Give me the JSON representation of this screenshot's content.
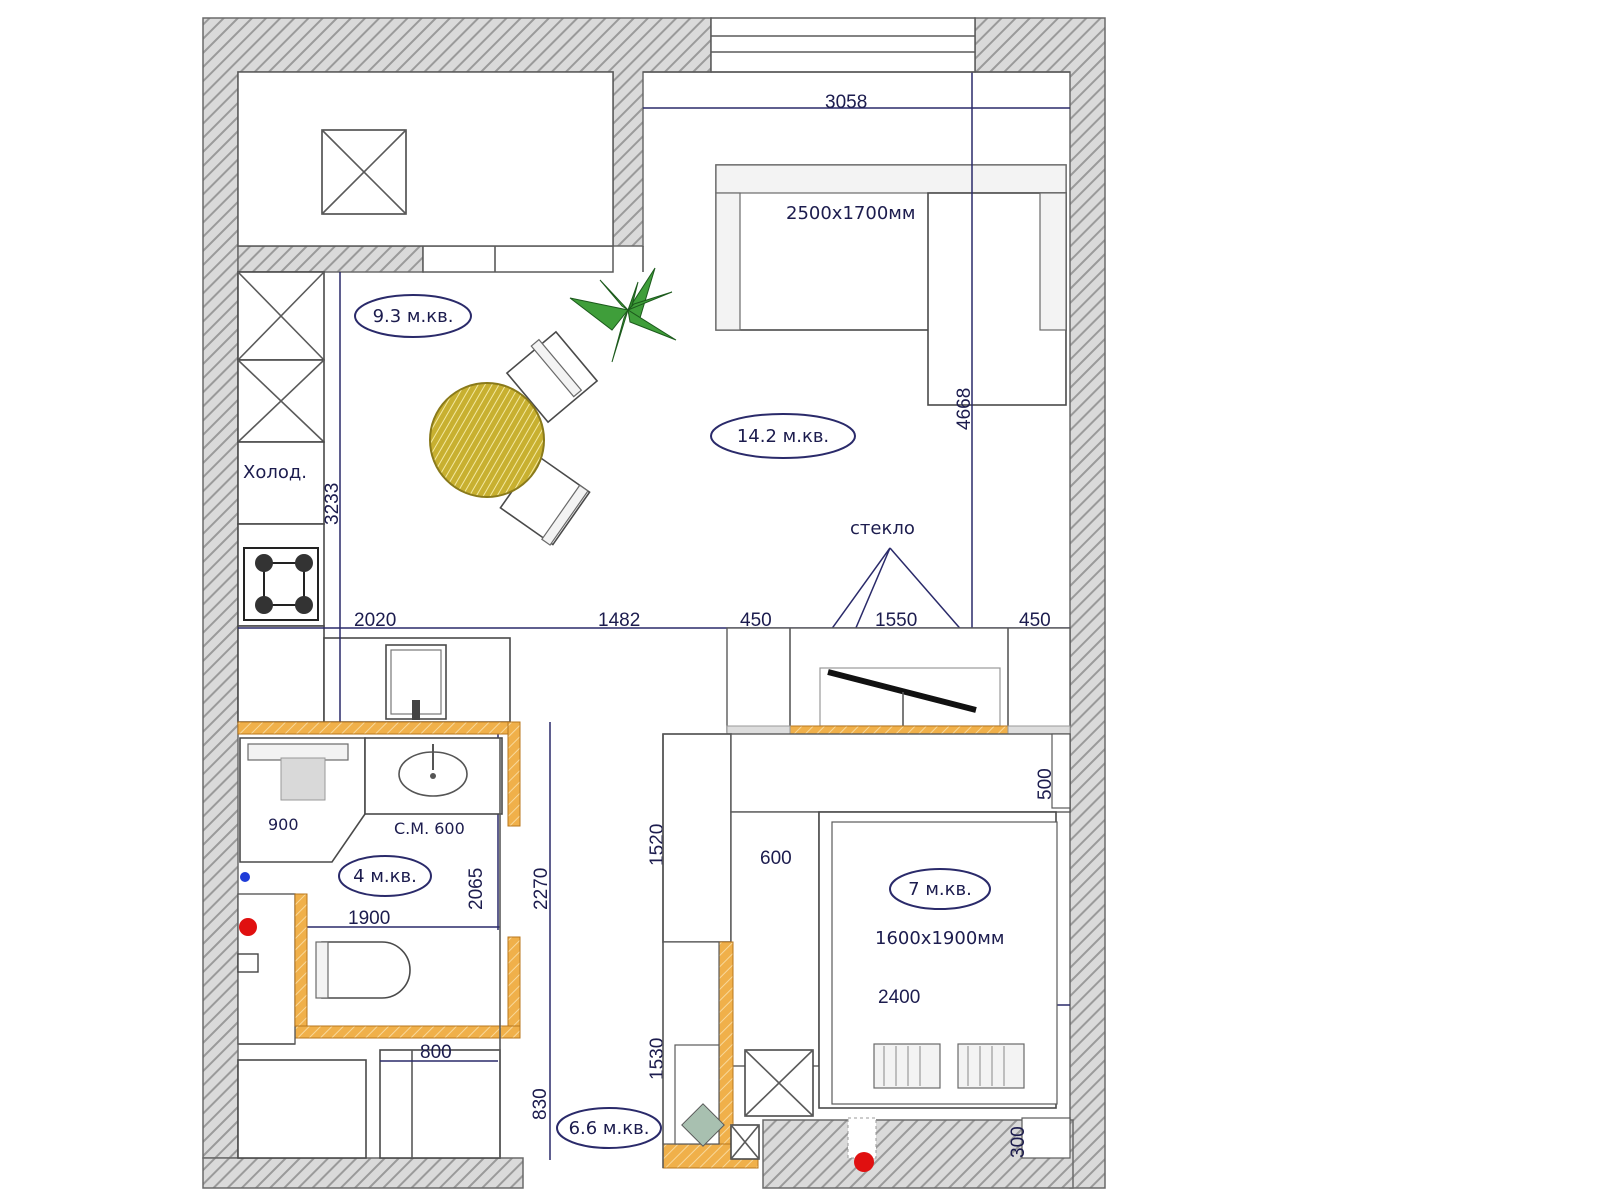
{
  "plan": {
    "area_labels": {
      "kitchen": "9.3 м.кв.",
      "living": "14.2 м.кв.",
      "bathroom": "4 м.кв.",
      "bedroom": "7 м.кв.",
      "hall": "6.6 м.кв."
    },
    "furniture_labels": {
      "sofa_size": "2500х1700мм",
      "bed_size": "1600х1900мм",
      "fridge": "Холод.",
      "bath_900": "900",
      "washer": "С.М. 600",
      "glass": "стекло"
    },
    "dimensions": {
      "top_width": "3058",
      "living_height": "4668",
      "kitchen_height": "3233",
      "d2020": "2020",
      "d1482": "1482",
      "d450_left": "450",
      "d1550": "1550",
      "d450_right": "450",
      "d500": "500",
      "d600": "600",
      "d1520": "1520",
      "d2065": "2065",
      "d2270": "2270",
      "d1900": "1900",
      "d2400": "2400",
      "d800": "800",
      "d830": "830",
      "d1530": "1530",
      "d300": "300"
    },
    "colors": {
      "wall_fill": "#d9d9d9",
      "wood": "#e8a23c",
      "dimension_ink": "#2a2a6a",
      "plant": "#3f9e3a",
      "riser": "#e01010",
      "drain": "#1e3cd8",
      "rug": "#c8b030"
    },
    "icons": [
      "plant-icon",
      "round-rug-icon",
      "stove-icon",
      "toilet-icon",
      "sink-icon",
      "ventilation-shaft-icon",
      "riser-pipe-icon"
    ]
  }
}
